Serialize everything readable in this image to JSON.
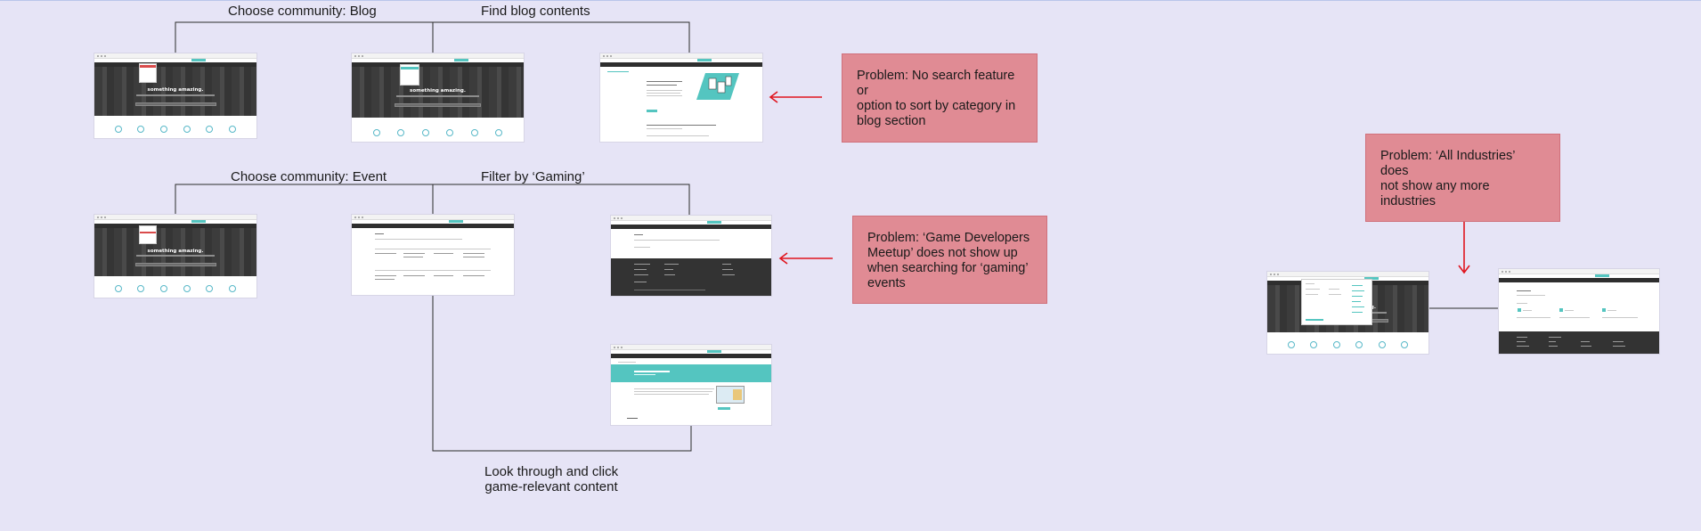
{
  "flow_labels": {
    "blog_choose": "Choose community: Blog",
    "blog_find": "Find blog contents",
    "event_choose": "Choose community: Event",
    "event_filter": "Filter by ‘Gaming’",
    "look_through_line1": "Look through and click",
    "look_through_line2": "game-relevant content"
  },
  "problems": {
    "blog": {
      "line1": "Problem: No search feature or",
      "line2": "option to sort by category in",
      "line3": "blog section"
    },
    "gaming": {
      "line1": "Problem: ‘Game Developers",
      "line2": "Meetup’ does not show up",
      "line3": "when searching for ‘gaming’",
      "line4": "events"
    },
    "industries": {
      "line1": "Problem: ‘All Industries’ does",
      "line2": "not show any more industries"
    }
  },
  "thumbnails": {
    "hero_text": "something amazing."
  },
  "colors": {
    "background": "#e6e4f6",
    "problem_fill": "#e08b94",
    "arrow": "#e0141e",
    "accent_teal": "#54c5c0",
    "connector": "#2b2b2b"
  }
}
